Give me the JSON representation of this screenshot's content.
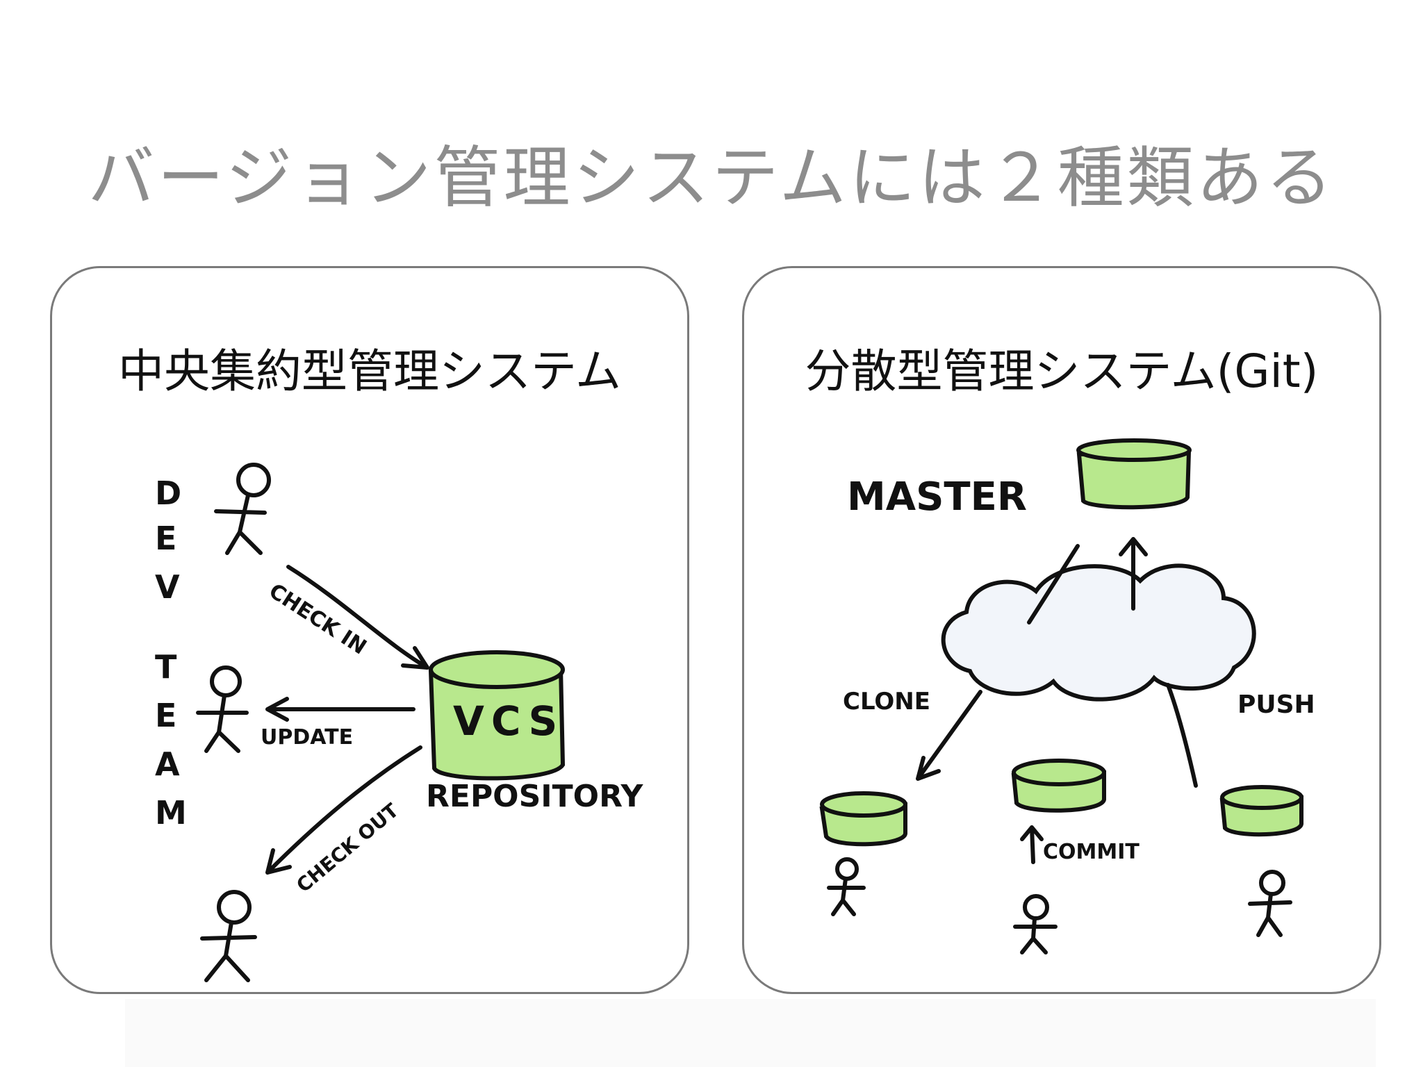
{
  "slide": {
    "title": "バージョン管理システムには２種類ある"
  },
  "left_panel": {
    "title": "中央集約型管理システム",
    "labels": {
      "team_d": "D",
      "team_e": "E",
      "team_v": "V",
      "team_t": "T",
      "team_e2": "E",
      "team_a": "A",
      "team_m": "M",
      "check_in": "CHECK IN",
      "update": "UPDATE",
      "check_out": "CHECK OUT",
      "vcs": "VCS",
      "repository": "REPOSITORY"
    }
  },
  "right_panel": {
    "title": "分散型管理システム(Git)",
    "labels": {
      "master": "MASTER",
      "clone": "CLONE",
      "push": "PUSH",
      "commit": "COMMIT"
    }
  },
  "colors": {
    "title_gray": "#8d8d8d",
    "repo_green": "#b8e88d",
    "cloud_fill": "#f2f5fa",
    "ink": "#111111",
    "panel_border": "#7a7a7a"
  }
}
